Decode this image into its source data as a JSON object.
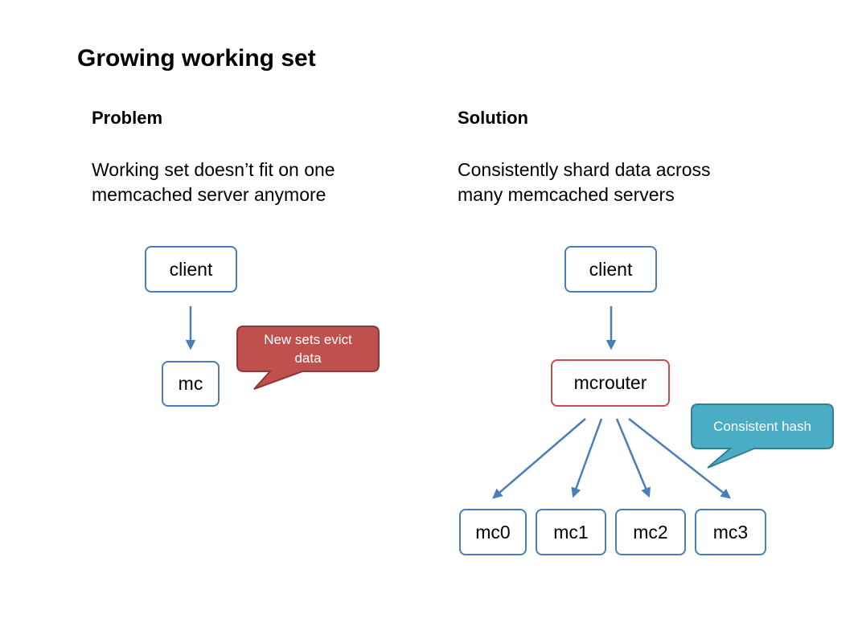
{
  "slide": {
    "title": "Growing working set"
  },
  "problem": {
    "heading": "Problem",
    "text_line1": "Working set doesn’t fit on one",
    "text_line2": "memcached server anymore",
    "client_label": "client",
    "mc_label": "mc",
    "callout_line1": "New sets evict",
    "callout_line2": "data"
  },
  "solution": {
    "heading": "Solution",
    "text_line1": "Consistently shard data across",
    "text_line2": "many memcached servers",
    "client_label": "client",
    "router_label": "mcrouter",
    "callout": "Consistent hash",
    "servers": [
      "mc0",
      "mc1",
      "mc2",
      "mc3"
    ]
  },
  "colors": {
    "box_border": "#4a7ebb",
    "router_border": "#c0504d",
    "arrow": "#4a7ebb",
    "red_callout": "#c0504d",
    "teal_callout": "#4bacc6"
  }
}
